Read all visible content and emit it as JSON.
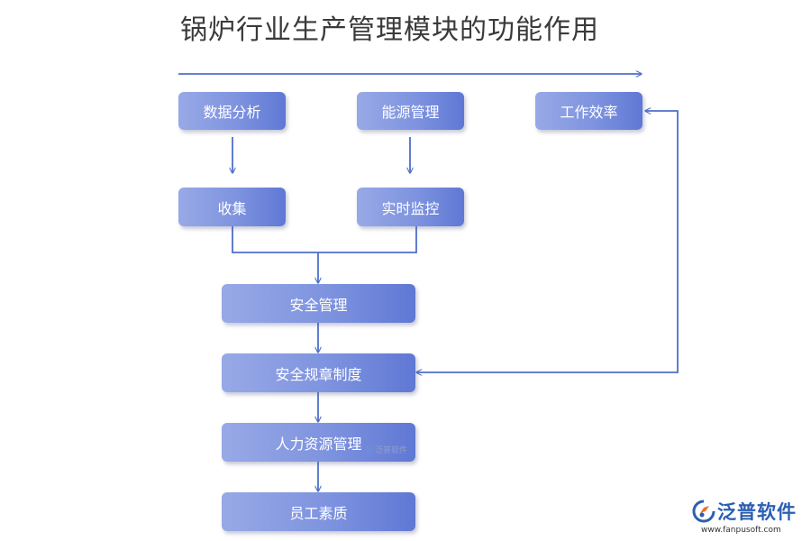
{
  "title": "锅炉行业生产管理模块的功能作用",
  "nodes": {
    "data_analysis": "数据分析",
    "energy_management": "能源管理",
    "work_efficiency": "工作效率",
    "collection": "收集",
    "realtime_monitoring": "实时监控",
    "safety_management": "安全管理",
    "safety_rules": "安全规章制度",
    "hr_management": "人力资源管理",
    "employee_quality": "员工素质"
  },
  "watermark": {
    "small": "泛普软件",
    "brand": "泛普软件",
    "url": "www.fanpusoft.com"
  },
  "colors": {
    "line": "#4f6fc8",
    "node_start": "#98a9e6",
    "node_end": "#5f78d4",
    "brand": "#2b5fb3",
    "logo_orange": "#e8742c"
  }
}
